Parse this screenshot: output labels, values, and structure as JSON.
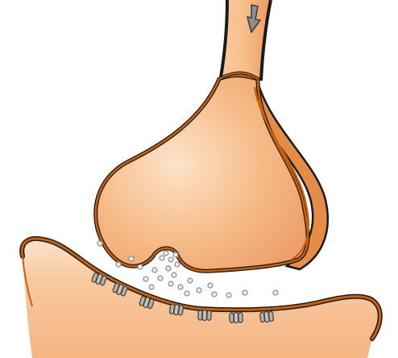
{
  "figure": {
    "colors": {
      "background": "#ffffff",
      "membrane_outline": "#c8600e",
      "ink": "#1b1b1b",
      "terminal_fill": "#f4b27a",
      "terminal_highlight": "#fde3cb",
      "terminal_shadow": "#e8924d",
      "postsynaptic_fill": "#f7c59c",
      "vesicle_fill": "#ececec",
      "vesicle_stroke": "#8a8a8a",
      "receptor_fill": "#b7b1ab",
      "receptor_stroke": "#4a4540",
      "arrow_fill": "#8e8e8e"
    },
    "icons": {
      "arrow": "down-arrow-icon",
      "terminal": "presynaptic-terminal",
      "postsynaptic": "postsynaptic-membrane",
      "vesicle": "neurotransmitter-vesicle",
      "receptor": "receptor-protein"
    }
  }
}
